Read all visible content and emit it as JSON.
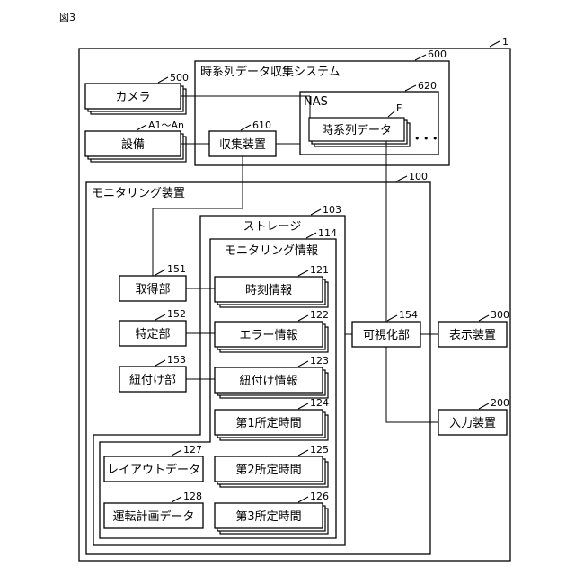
{
  "figure_label": "図3",
  "refs": {
    "r1": "1",
    "r600": "600",
    "r620": "620",
    "rF": "F",
    "r500": "500",
    "rA": "A1〜An",
    "r610": "610",
    "r100": "100",
    "r103": "103",
    "r114": "114",
    "r151": "151",
    "r152": "152",
    "r153": "153",
    "r121": "121",
    "r122": "122",
    "r123": "123",
    "r124": "124",
    "r125": "125",
    "r126": "126",
    "r127": "127",
    "r128": "128",
    "r154": "154",
    "r300": "300",
    "r200": "200"
  },
  "labels": {
    "system": "時系列データ収集システム",
    "nas": "NAS",
    "timeseries_data": "時系列データ",
    "ellipsis": "• • •",
    "camera": "カメラ",
    "equipment": "設備",
    "collector": "収集装置",
    "monitoring_device": "モニタリング装置",
    "storage": "ストレージ",
    "monitoring_info": "モニタリング情報",
    "acquisition": "取得部",
    "identification": "特定部",
    "linking": "紐付け部",
    "time_info": "時刻情報",
    "error_info": "エラー情報",
    "link_info": "紐付け情報",
    "period1": "第1所定時間",
    "period2": "第2所定時間",
    "period3": "第3所定時間",
    "layout_data": "レイアウトデータ",
    "operation_plan": "運転計画データ",
    "visualization": "可視化部",
    "display": "表示装置",
    "input": "入力装置"
  }
}
